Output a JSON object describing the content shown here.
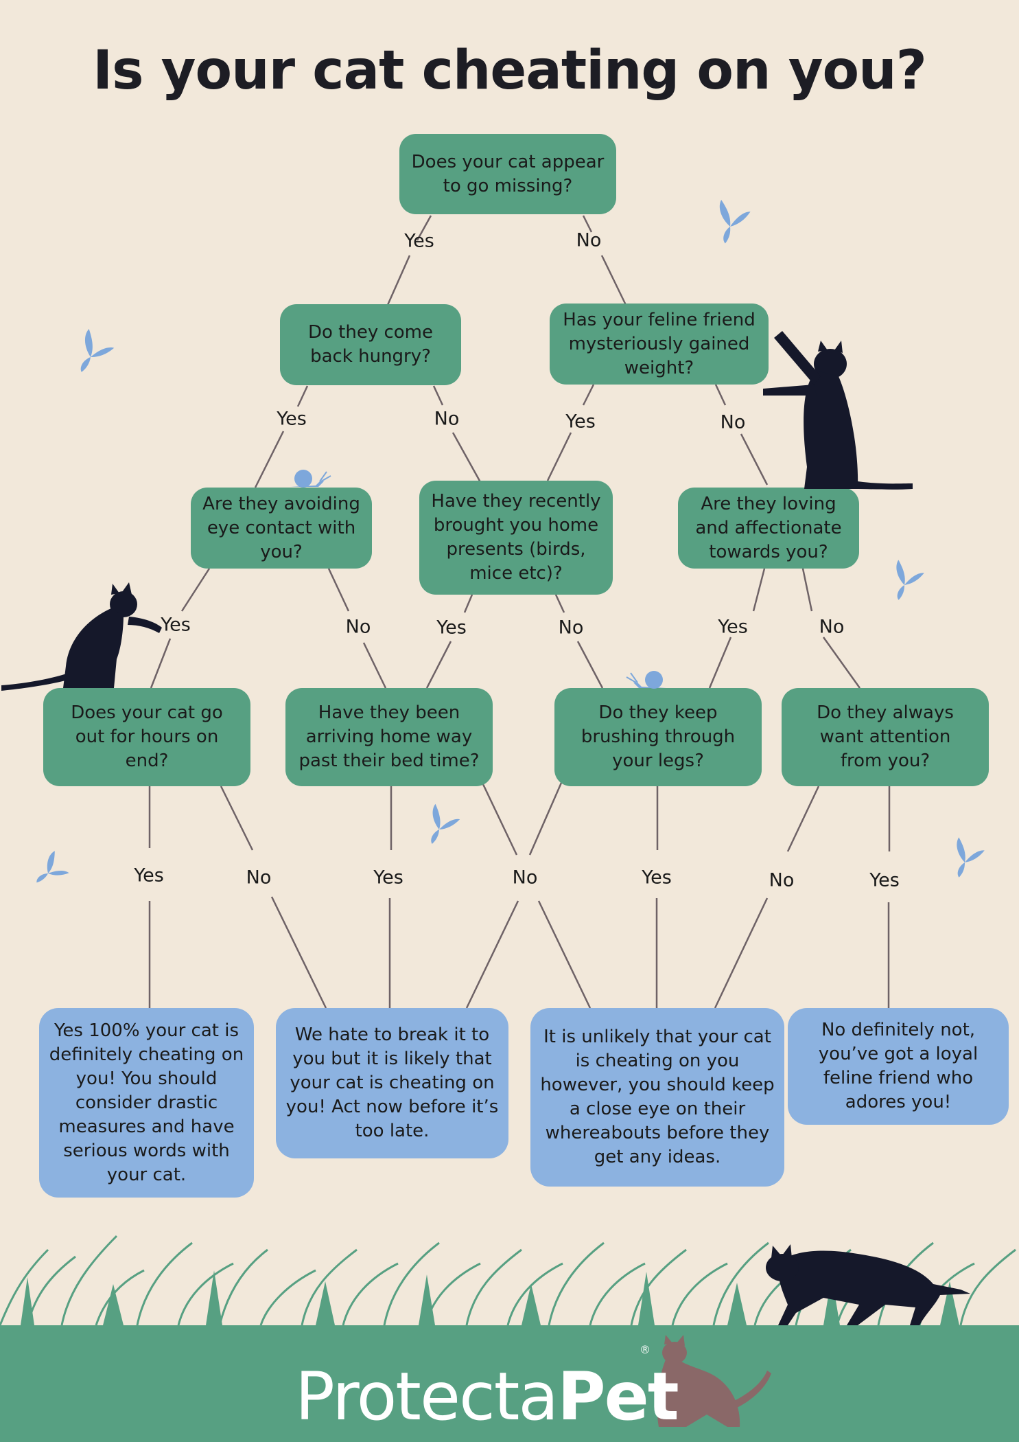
{
  "title": "Is your cat cheating on you?",
  "nodes": {
    "q_missing": "Does your cat appear to go missing?",
    "q_hungry": "Do they come back hungry?",
    "q_weight": "Has your feline friend mysteriously gained weight?",
    "q_eye": "Are they avoiding eye contact with you?",
    "q_presents": "Have they recently brought you home presents (birds, mice etc)?",
    "q_loving": "Are they loving and affectionate towards you?",
    "q_hours": "Does your cat go out for hours on end?",
    "q_bedtime": "Have they been arriving home way past their bed time?",
    "q_legs": "Do they keep brushing through your legs?",
    "q_attention": "Do they always want attention from you?",
    "a1": "Yes 100% your cat is definitely cheating on you! You should consider drastic measures and have serious words with your cat.",
    "a2": "We hate to break it to you but it is likely that your cat is cheating on you! Act now before it’s too late.",
    "a3": "It is unlikely that your cat is cheating on you however, you should keep a close eye on their whereabouts before they get any ideas.",
    "a4": "No definitely not, you’ve got a loyal feline friend who adores you!"
  },
  "edge_labels": {
    "yes": "Yes",
    "no": "No"
  },
  "brand": {
    "part1": "Protecta",
    "part2": "Pet",
    "registered": "®"
  },
  "colors": {
    "background": "#f2e8da",
    "question_box": "#57a082",
    "answer_box": "#8cb2e0",
    "cat": "#15182a",
    "butterfly": "#7da7db",
    "grass": "#57a082",
    "line": "#6e6266"
  }
}
